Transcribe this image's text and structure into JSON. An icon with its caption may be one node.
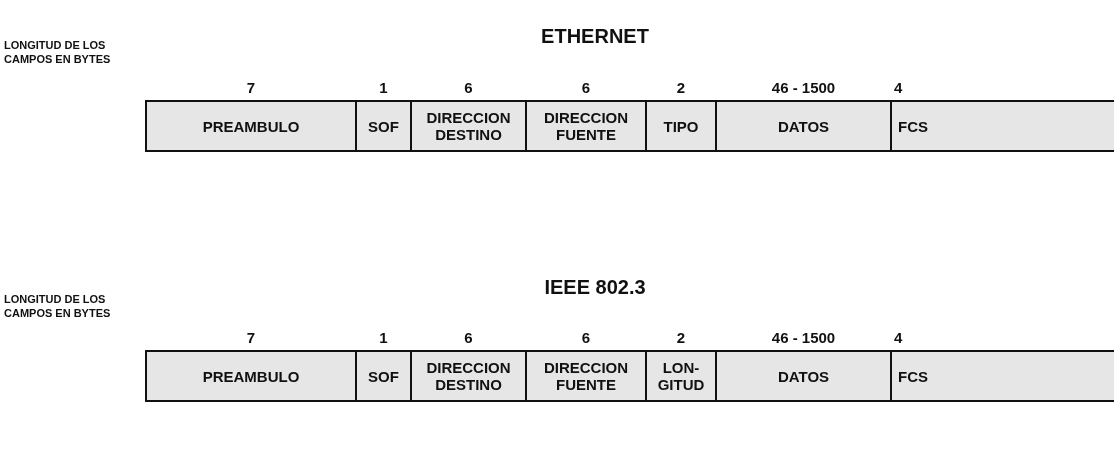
{
  "diagram": {
    "nodes": [
      {
        "text": [
          "PREAMBULO"
        ],
        "beside": [
          "7"
        ]
      },
      {
        "text": [
          "SOF"
        ],
        "beside": [
          "1"
        ]
      },
      {
        "text": [
          "DIRECCION DESTINO"
        ],
        "beside": [
          "6"
        ]
      },
      {
        "text": [
          "DIRECCION FUENTE"
        ],
        "beside": [
          "6"
        ]
      },
      {
        "text": [
          "TIPO"
        ],
        "beside": [
          "2"
        ]
      },
      {
        "text": [
          "DATOS"
        ],
        "beside": [
          "46 - 1500"
        ]
      },
      {
        "text": [
          "FCS"
        ],
        "beside": [
          "4"
        ]
      },
      {
        "text": [
          "PREAMBULO"
        ],
        "beside": [
          "7"
        ]
      },
      {
        "text": [
          "SOF"
        ],
        "beside": [
          "1"
        ]
      },
      {
        "text": [
          "DIRECCION DESTINO"
        ],
        "beside": [
          "6"
        ]
      },
      {
        "text": [
          "DIRECCION FUENTE"
        ],
        "beside": [
          "6"
        ]
      },
      {
        "text": [
          "LON- GITUD"
        ],
        "beside": [
          "2"
        ]
      },
      {
        "text": [
          "DATOS"
        ],
        "beside": [
          "46 - 1500"
        ]
      },
      {
        "text": [
          "FCS"
        ],
        "beside": [
          "4"
        ]
      }
    ],
    "labels": [
      "ETHERNET",
      "LONGITUD DE LOS CAMPOS EN BYTES",
      "IEEE 802.3",
      "LONGITUD DE LOS CAMPOS EN BYTES"
    ]
  }
}
